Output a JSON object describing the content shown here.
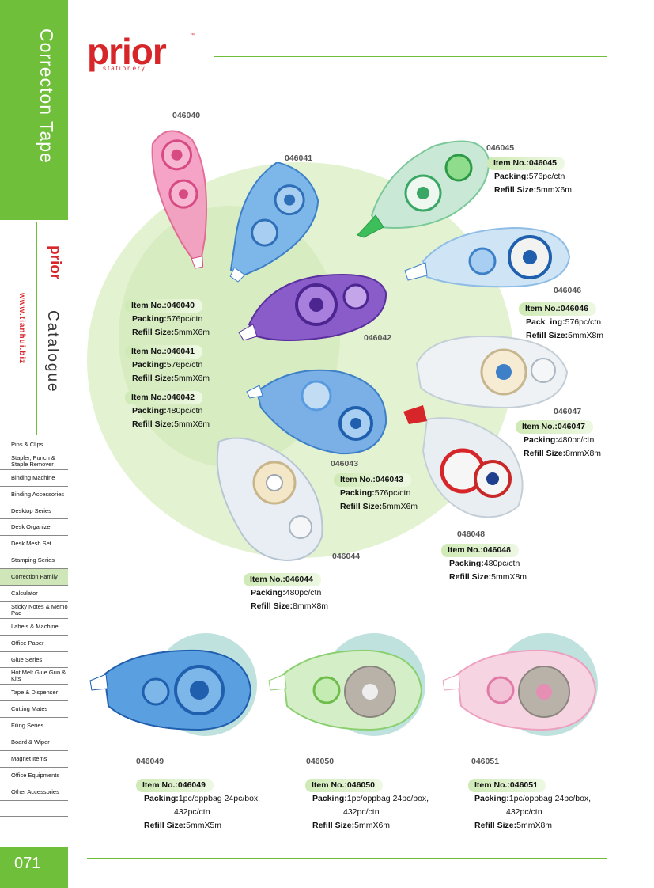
{
  "sidebar": {
    "title": "Correcton Tape",
    "brand": "prior",
    "url": "www.tianhui.biz",
    "catalogue": "Catalogue",
    "menu": [
      {
        "label": "Pins & Clips",
        "active": false
      },
      {
        "label": "Stapler, Punch & Staple Remover",
        "active": false
      },
      {
        "label": "Binding Machine",
        "active": false
      },
      {
        "label": "Binding Accessories",
        "active": false
      },
      {
        "label": "Desktop Series",
        "active": false
      },
      {
        "label": "Desk Organizer",
        "active": false
      },
      {
        "label": "Desk Mesh Set",
        "active": false
      },
      {
        "label": "Stamping Series",
        "active": false
      },
      {
        "label": "Correction Family",
        "active": true
      },
      {
        "label": "Calculator",
        "active": false
      },
      {
        "label": "Sticky Notes & Memo Pad",
        "active": false
      },
      {
        "label": "Labels & Machine",
        "active": false
      },
      {
        "label": "Office Paper",
        "active": false
      },
      {
        "label": "Glue Series",
        "active": false
      },
      {
        "label": "Hot Melt Glue Gun & Kits",
        "active": false
      },
      {
        "label": "Tape & Dispenser",
        "active": false
      },
      {
        "label": "Cutting Mates",
        "active": false
      },
      {
        "label": "Filing Series",
        "active": false
      },
      {
        "label": "Board & Wiper",
        "active": false
      },
      {
        "label": "Magnet Items",
        "active": false
      },
      {
        "label": "Office Equipments",
        "active": false
      },
      {
        "label": "Other Accessories",
        "active": false
      }
    ],
    "page_number": "071"
  },
  "header": {
    "brand": "prior",
    "tm": "™",
    "sub": "stationery"
  },
  "products": {
    "p046040": {
      "code": "046040",
      "item": "Item No.:046040",
      "packing_label": "Packing:",
      "packing": "576pc/ctn",
      "refill_label": "Refill Size:",
      "refill": "5mmX6m"
    },
    "p046041": {
      "code": "046041",
      "item": "Item No.:046041",
      "packing_label": "Packing:",
      "packing": "576pc/ctn",
      "refill_label": "Refill Size:",
      "refill": "5mmX6m"
    },
    "p046042": {
      "code": "046042",
      "item": "Item No.:046042",
      "packing_label": "Packing:",
      "packing": "480pc/ctn",
      "refill_label": "Refill Size:",
      "refill": "5mmX6m"
    },
    "p046043": {
      "code": "046043",
      "item": "Item No.:046043",
      "packing_label": "Packing:",
      "packing": "576pc/ctn",
      "refill_label": "Refill Size:",
      "refill": "5mmX6m"
    },
    "p046044": {
      "code": "046044",
      "item": "Item No.:046044",
      "packing_label": "Packing:",
      "packing": "480pc/ctn",
      "refill_label": "Refill Size:",
      "refill": "8mmX8m"
    },
    "p046045": {
      "code": "046045",
      "item": "Item No.:046045",
      "packing_label": "Packing:",
      "packing": "576pc/ctn",
      "refill_label": "Refill Size:",
      "refill": "5mmX6m"
    },
    "p046046": {
      "code": "046046",
      "item": "Item No.:046046",
      "packing_label": "Pack  ing:",
      "packing": "576pc/ctn",
      "refill_label": "Refill Size:",
      "refill": "5mmX8m"
    },
    "p046047": {
      "code": "046047",
      "item": "Item No.:046047",
      "packing_label": "Packing:",
      "packing": "480pc/ctn",
      "refill_label": "Refill Size:",
      "refill": "8mmX8m"
    },
    "p046048": {
      "code": "046048",
      "item": "Item No.:046048",
      "packing_label": "Packing:",
      "packing": "480pc/ctn",
      "refill_label": "Refill Size:",
      "refill": "5mmX8m"
    },
    "p046049": {
      "code": "046049",
      "item": "Item No.:046049",
      "packing_label": "Packing:",
      "packing": "1pc/oppbag 24pc/box,",
      "packing2": "432pc/ctn",
      "refill_label": "Refill Size:",
      "refill": "5mmX5m"
    },
    "p046050": {
      "code": "046050",
      "item": "Item No.:046050",
      "packing_label": "Packing:",
      "packing": "1pc/oppbag 24pc/box,",
      "packing2": "432pc/ctn",
      "refill_label": "Refill Size:",
      "refill": "5mmX6m"
    },
    "p046051": {
      "code": "046051",
      "item": "Item No.:046051",
      "packing_label": "Packing:",
      "packing": "1pc/oppbag 24pc/box,",
      "packing2": "432pc/ctn",
      "refill_label": "Refill Size:",
      "refill": "5mmX8m"
    }
  },
  "colors": {
    "green": "#6fbf3a",
    "red": "#d7262a",
    "pink": "#f07aa8",
    "blue": "#4a8fd6",
    "purple": "#6b3fb0",
    "lightgreen": "#6ed18a"
  }
}
